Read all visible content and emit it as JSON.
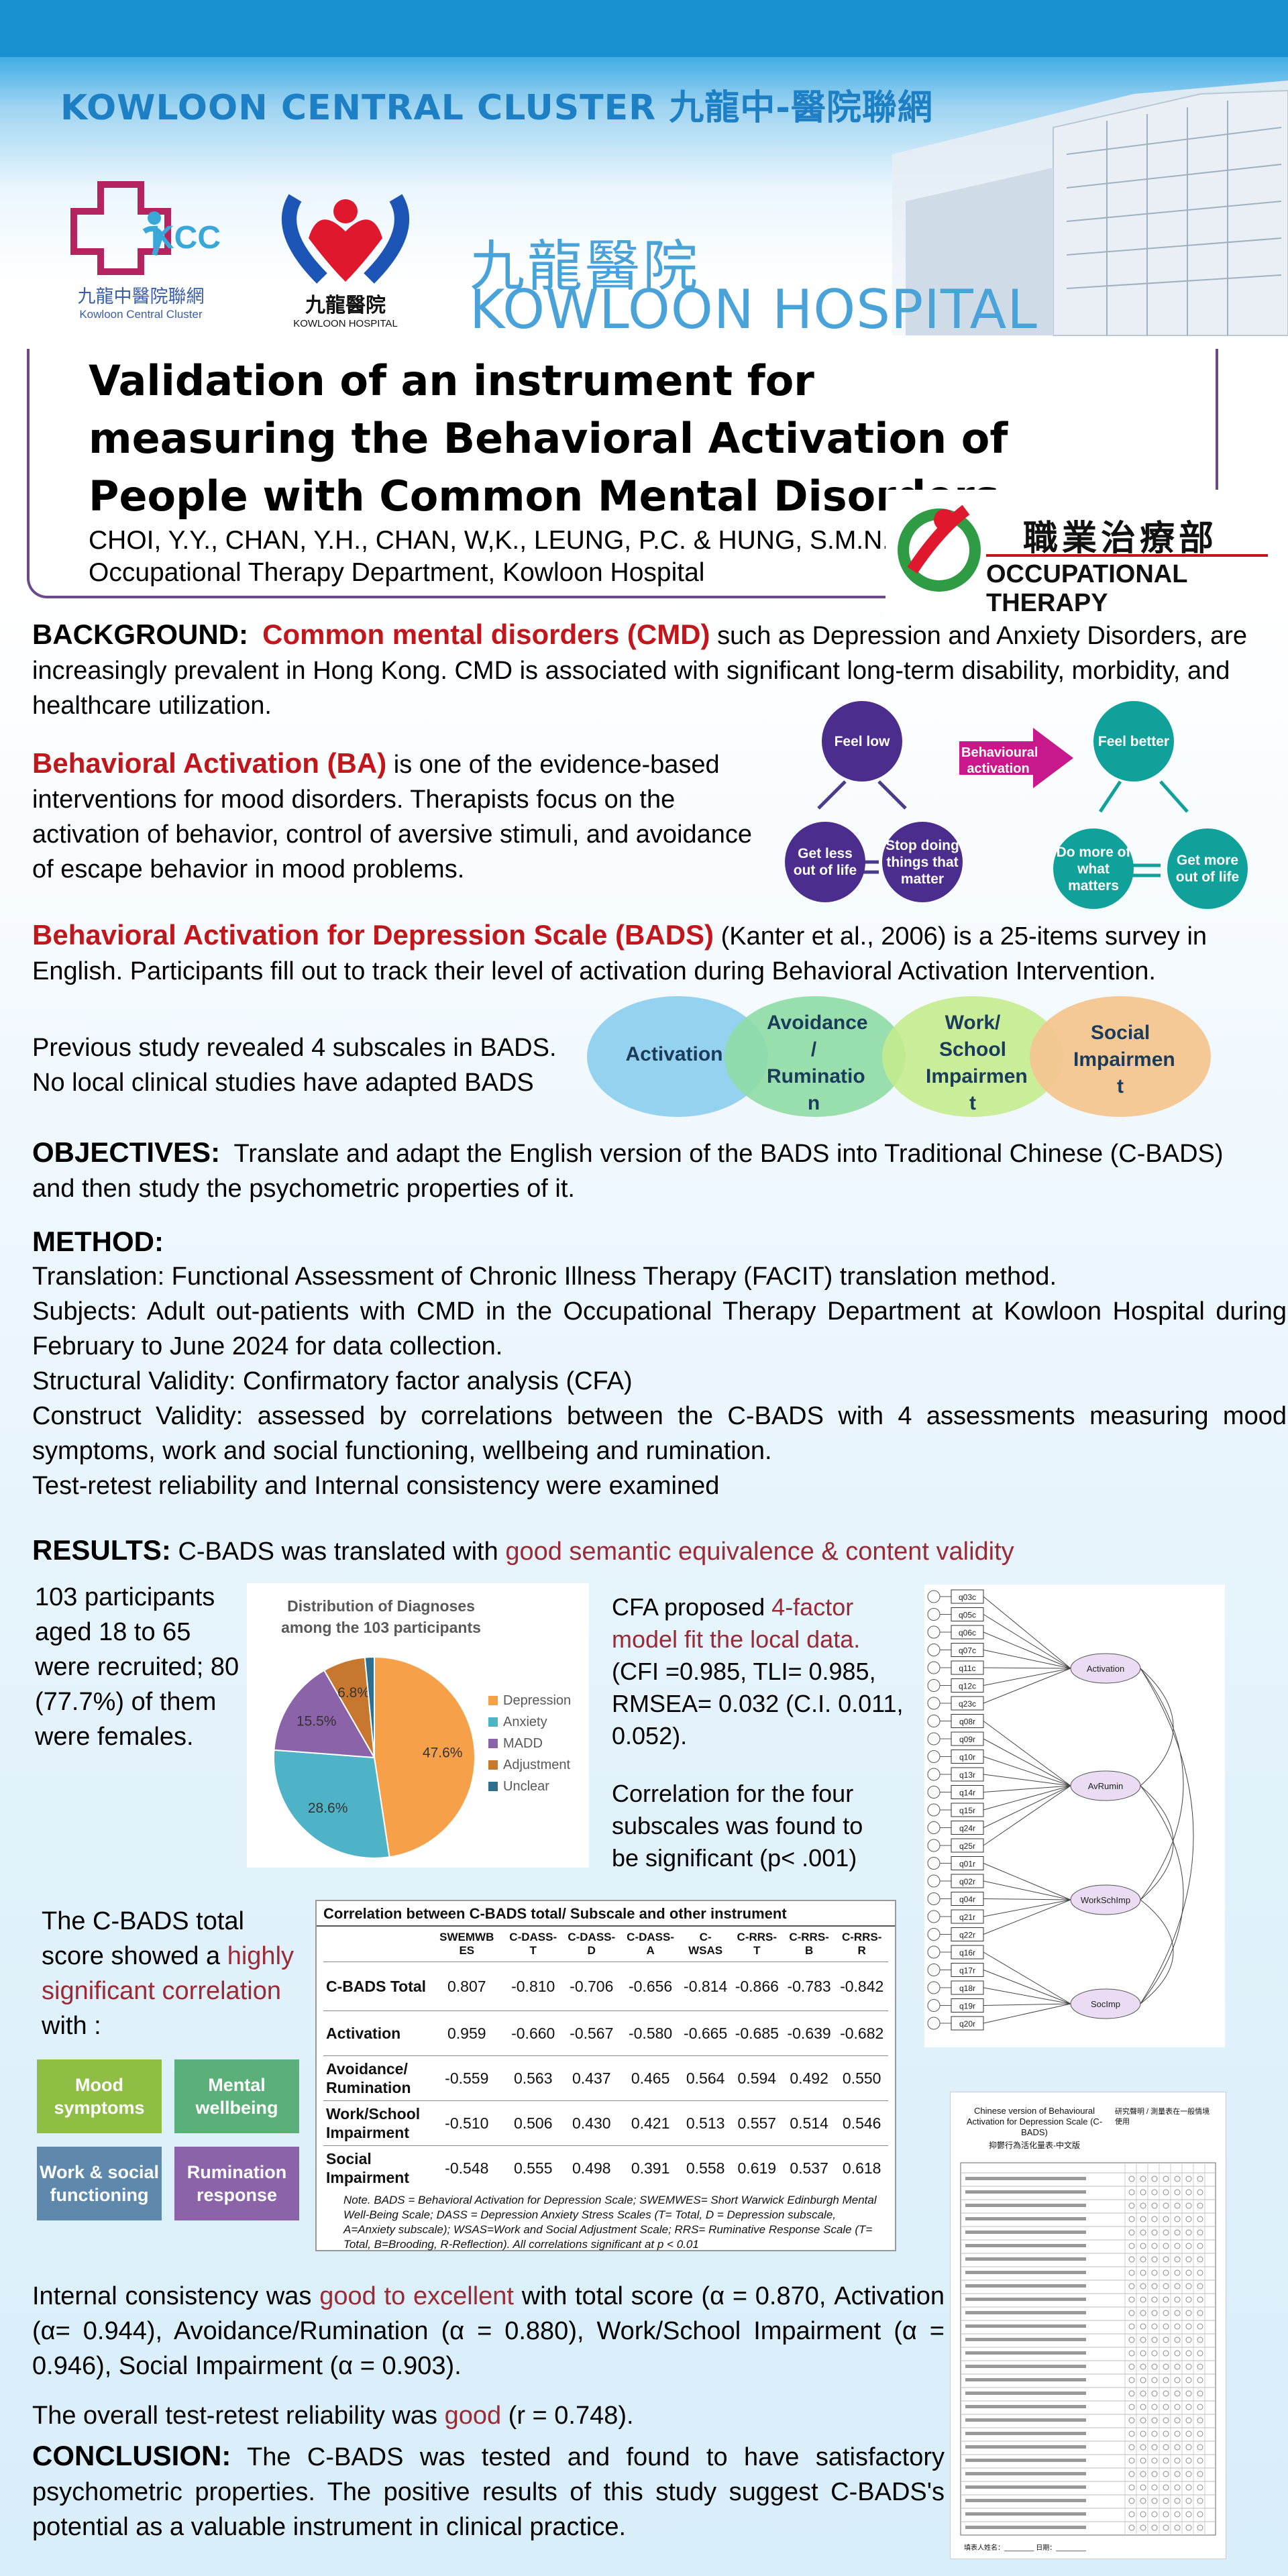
{
  "header": {
    "cluster_banner": "KOWLOON CENTRAL CLUSTER 九龍中-醫院聯網",
    "kcc_logo": {
      "cn": "九龍中醫院聯網",
      "en": "Kowloon Central Cluster",
      "mark": "KCC"
    },
    "kh_logo": {
      "cn": "九龍醫院",
      "en": "KOWLOON HOSPITAL"
    },
    "hospital_cn": "九龍醫院",
    "hospital_en": "KOWLOON HOSPITAL"
  },
  "title": "Validation of an instrument for measuring the Behavioral Activation of People with Common Mental Disorders",
  "authors": "CHOI, Y.Y., CHAN, Y.H., CHAN, W,K., LEUNG, P.C. & HUNG, S.M.N.",
  "affiliation": "Occupational Therapy Department, Kowloon Hospital",
  "ot_logo": {
    "cn": "職業治療部",
    "en": "OCCUPATIONAL THERAPY"
  },
  "background": {
    "heading": "BACKGROUND:",
    "cmd_term": "Common mental disorders (CMD)",
    "cmd_text": "such as Depression and Anxiety Disorders, are increasingly prevalent in Hong Kong. CMD is associated with significant long-term disability, morbidity, and healthcare utilization.",
    "ba_term": "Behavioral Activation (BA)",
    "ba_text": "is one of the evidence-based interventions for mood disorders. Therapists focus on the activation of behavior, control of aversive stimuli, and avoidance of escape behavior in mood problems.",
    "bads_term": "Behavioral Activation for Depression Scale (BADS)",
    "bads_cite": "(Kanter et al., 2006)",
    "bads_text": "is a 25-items survey in English. Participants fill out to track their level of activation during Behavioral Activation Intervention.",
    "line_subscales": "Previous study revealed 4 subscales in BADS.",
    "line_local": "No local clinical studies have adapted BADS"
  },
  "ba_cycle": {
    "feel_low": "Feel low",
    "get_less": "Get less out of life",
    "stop_doing": "Stop doing things that matter",
    "arrow": "Behavioural activation",
    "feel_better": "Feel better",
    "do_more": "Do more of what matters",
    "get_more": "Get more out of life"
  },
  "subscales": [
    "Activation",
    "Avoidance / Ruminatio n",
    "Work/ School Impairmen t",
    "Social Impairmen t"
  ],
  "objectives": {
    "heading": "OBJECTIVES:",
    "text": "Translate and adapt the English version of the BADS into Traditional Chinese (C-BADS) and then study the psychometric properties of it."
  },
  "method": {
    "heading": "METHOD:",
    "lines": [
      "Translation: Functional Assessment of Chronic Illness Therapy (FACIT) translation method.",
      "Subjects: Adult out-patients with CMD in the Occupational Therapy Department at Kowloon Hospital during February to June 2024 for data collection.",
      "Structural Validity: Confirmatory factor analysis (CFA)",
      "Construct Validity: assessed by correlations between the C-BADS with 4 assessments measuring mood symptoms, work and social functioning, wellbeing and rumination.",
      "Test-retest reliability and Internal consistency were examined"
    ]
  },
  "results": {
    "heading": "RESULTS:",
    "intro": "C-BADS was translated with",
    "intro_highlight": "good semantic equivalence & content validity",
    "participants": "103 participants aged 18 to 65 were recruited; 80 (77.7%) of them were females.",
    "cfa_pre": "CFA proposed",
    "cfa_highlight": "4-factor model fit the local data.",
    "cfa_stats": "(CFI =0.985, TLI= 0.985, RMSEA= 0.032 (C.I. 0.011, 0.052).",
    "corr_text": "Correlation for the four subscales was found to be significant (p< .001)",
    "total_pre": "The C-BADS total score showed a",
    "total_highlight": "highly significant correlation",
    "total_post": "with :",
    "chips": [
      {
        "label": "Mood symptoms",
        "color": "#8fbe45"
      },
      {
        "label": "Mental wellbeing",
        "color": "#5bb07a"
      },
      {
        "label": "Work & social functioning",
        "color": "#5f88ad"
      },
      {
        "label": "Rumination response",
        "color": "#8a63a8"
      }
    ],
    "internal_pre": "Internal consistency was",
    "internal_highlight": "good to excellent",
    "internal_post": "with total score (α = 0.870, Activation (α= 0.944), Avoidance/Rumination (α = 0.880), Work/School Impairment (α = 0.946), Social Impairment (α = 0.903).",
    "retest_pre": "The overall test-retest reliability was",
    "retest_highlight": "good",
    "retest_post": "(r = 0.748)."
  },
  "conclusion": {
    "heading": "CONCLUSION:",
    "text": "The C-BADS was tested and found to have satisfactory psychometric properties. The positive results of this study suggest C-BADS's potential as a valuable instrument in clinical practice."
  },
  "chart_data": {
    "type": "pie",
    "title": "Distribution of Diagnoses among the 103 participants",
    "categories": [
      "Depression",
      "Anxiety",
      "MADD",
      "Adjustment",
      "Unclear"
    ],
    "values": [
      47.6,
      28.6,
      15.5,
      6.8,
      1.5
    ],
    "labels": [
      "47.6%",
      "28.6%",
      "15.5%",
      "6.8%",
      ""
    ],
    "colors": [
      "#f7a04a",
      "#4fb3c8",
      "#8a63a8",
      "#c8782e",
      "#2e6e8e"
    ],
    "legend": "right"
  },
  "corr_table": {
    "title": "Correlation between C-BADS total/ Subscale and other instrument",
    "columns": [
      "",
      "SWEMWB ES",
      "C-DASS-T",
      "C-DASS-D",
      "C-DASS-A",
      "C-WSAS",
      "C-RRS-T",
      "C-RRS-B",
      "C-RRS-R"
    ],
    "rows": [
      [
        "C-BADS Total",
        "0.807",
        "-0.810",
        "-0.706",
        "-0.656",
        "-0.814",
        "-0.866",
        "-0.783",
        "-0.842"
      ],
      [
        "Activation",
        "0.959",
        "-0.660",
        "-0.567",
        "-0.580",
        "-0.665",
        "-0.685",
        "-0.639",
        "-0.682"
      ],
      [
        "Avoidance/ Rumination",
        "-0.559",
        "0.563",
        "0.437",
        "0.465",
        "0.564",
        "0.594",
        "0.492",
        "0.550"
      ],
      [
        "Work/School Impairment",
        "-0.510",
        "0.506",
        "0.430",
        "0.421",
        "0.513",
        "0.557",
        "0.514",
        "0.546"
      ],
      [
        "Social Impairment",
        "-0.548",
        "0.555",
        "0.498",
        "0.391",
        "0.558",
        "0.619",
        "0.537",
        "0.618"
      ]
    ],
    "note": "Note. BADS = Behavioral Activation for Depression Scale; SWEMWES= Short Warwick Edinburgh Mental Well-Being Scale; DASS = Depression Anxiety Stress Scales (T= Total, D = Depression subscale, A=Anxiety subscale); WSAS=Work and Social Adjustment Scale; RRS= Ruminative Response Scale (T= Total, B=Brooding, R-Reflection). All correlations significant at p < 0.01"
  },
  "cfa_diagram": {
    "factors": [
      "Activation",
      "AvRumin",
      "WorkSchImp",
      "SocImp"
    ],
    "items": [
      "q03c",
      "q05c",
      "q06c",
      "q07c",
      "q11c",
      "q12c",
      "q23c",
      "q08r",
      "q09r",
      "q10r",
      "q13r",
      "q14r",
      "q15r",
      "q24r",
      "q25r",
      "q01r",
      "q02r",
      "q04r",
      "q21r",
      "q22r",
      "q16r",
      "q17r",
      "q18r",
      "q19r",
      "q20r"
    ]
  },
  "questionnaire": {
    "title": "Chinese version of Behavioural Activation for Depression Scale (C-BADS)",
    "subtitle": "抑鬱行為活化量表-中文版",
    "side_note": "研究聲明 / 測量表在一般情境使用",
    "footer": "填表人姓名：________ 日期：________"
  }
}
